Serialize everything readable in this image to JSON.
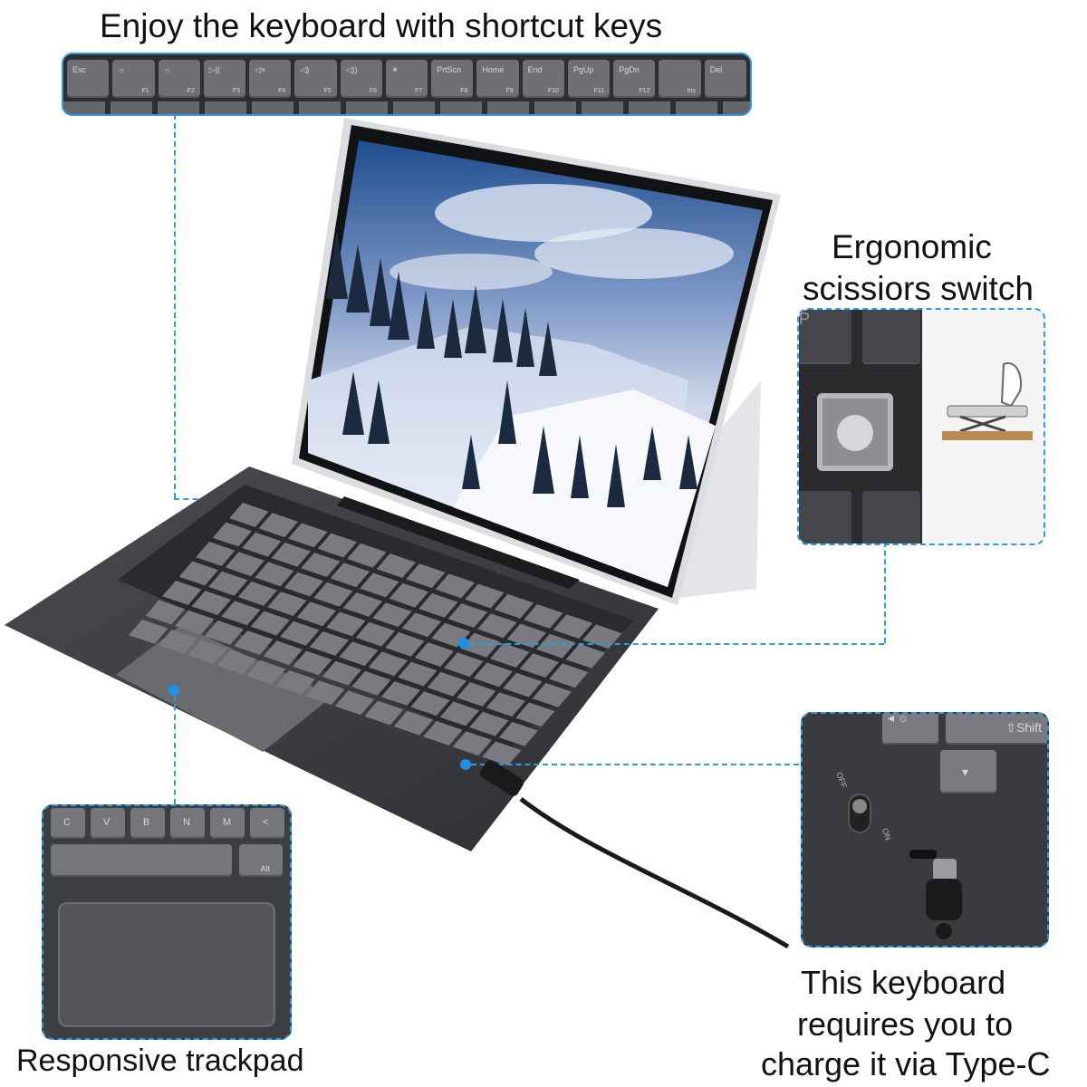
{
  "captions": {
    "shortcut": "Enjoy the keyboard with shortcut keys",
    "scissors_line1": "Ergonomic",
    "scissors_line2": "scissiors switch",
    "trackpad": "Responsive trackpad",
    "charge_line1": "This keyboard",
    "charge_line2": "requires you to",
    "charge_line3": "charge it via Type-C"
  },
  "function_keys": [
    {
      "top": "Esc",
      "bottom": ""
    },
    {
      "top": "☼",
      "bottom": "F1"
    },
    {
      "top": "☼",
      "bottom": "F2"
    },
    {
      "top": "▷||",
      "bottom": "F3"
    },
    {
      "top": "◁×",
      "bottom": "F4"
    },
    {
      "top": "◁)",
      "bottom": "F5"
    },
    {
      "top": "◁))",
      "bottom": "F6"
    },
    {
      "top": "☀",
      "bottom": "F7"
    },
    {
      "top": "PrtScn",
      "bottom": "F8"
    },
    {
      "top": "Home",
      "bottom": "F9"
    },
    {
      "top": "End",
      "bottom": "F10"
    },
    {
      "top": "PgUp",
      "bottom": "F11"
    },
    {
      "top": "PgDn",
      "bottom": "F12"
    },
    {
      "top": "",
      "bottom": "Ins"
    },
    {
      "top": "Del",
      "bottom": ""
    }
  ],
  "trackpad_keys": [
    "C",
    "V",
    "B",
    "N",
    "M",
    "<"
  ],
  "trackpad_alt": "Alt",
  "switch_key": "P",
  "charge_keys": {
    "shift": "⇧Shift",
    "switch_off": "OFF",
    "switch_on": "ON"
  },
  "colors": {
    "accent": "#1e90e8",
    "keyboard": "#3a3a3d"
  }
}
